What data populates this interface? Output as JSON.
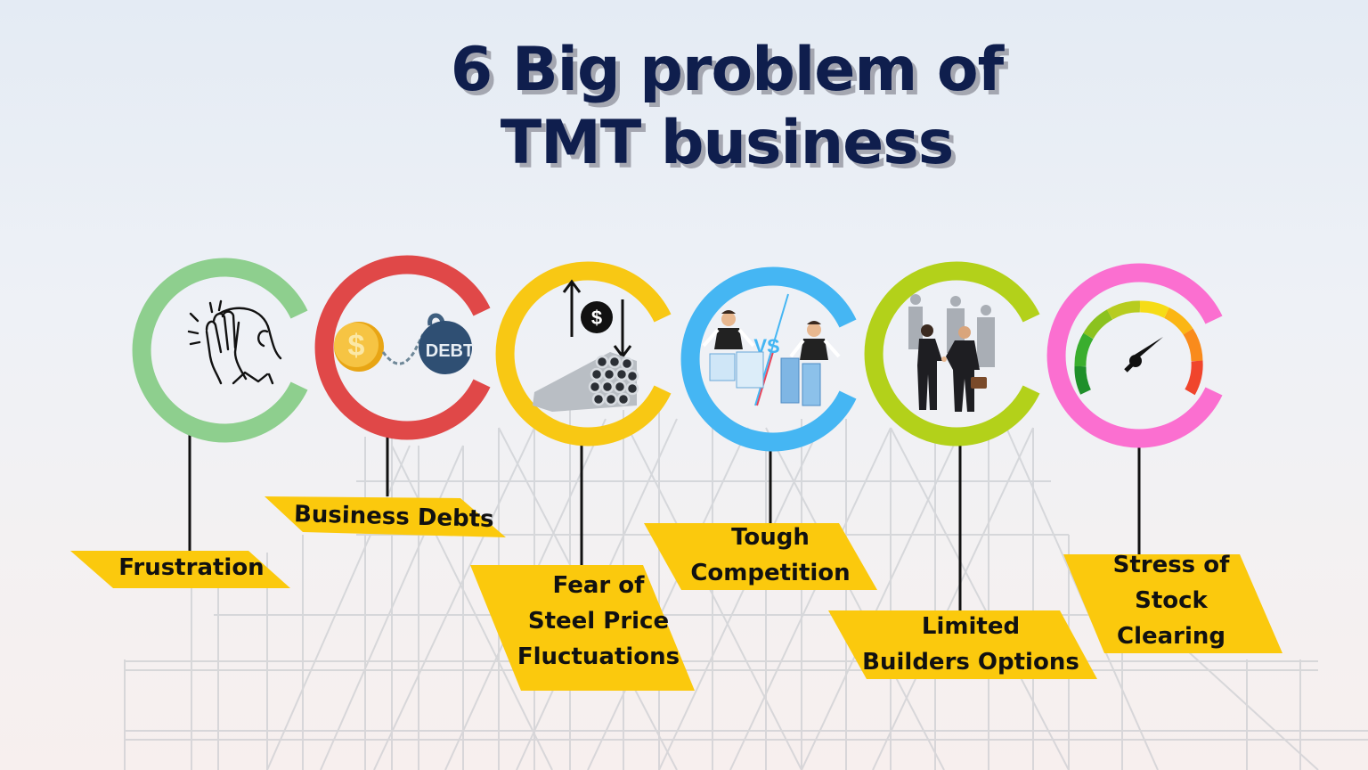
{
  "title": {
    "line1": "6 Big problem of",
    "line2": "TMT business"
  },
  "colors": {
    "title": "#0f1e4d",
    "label_fill": "#fbc90d",
    "label_text": "#111111",
    "connector": "#111111"
  },
  "problems": [
    {
      "label_lines": [
        "Frustration"
      ],
      "ring_color": "#8ecf8e",
      "icon": "facepalm-icon"
    },
    {
      "label_lines": [
        "Business Debts"
      ],
      "ring_color": "#e04848",
      "icon": "debt-ball-chain-icon",
      "icon_text": "DEBT",
      "coin_symbol": "$"
    },
    {
      "label_lines": [
        "Fear of",
        "Steel Price",
        "Fluctuations"
      ],
      "ring_color": "#f8c814",
      "icon": "steel-pipes-price-icon",
      "coin_symbol": "$"
    },
    {
      "label_lines": [
        "Tough",
        "Competition"
      ],
      "ring_color": "#45b6f3",
      "icon": "versus-competition-icon",
      "vs_text": "VS"
    },
    {
      "label_lines": [
        "Limited",
        "Builders Options"
      ],
      "ring_color": "#b3d11a",
      "icon": "handshake-builders-icon"
    },
    {
      "label_lines": [
        "Stress of",
        "Stock",
        "Clearing"
      ],
      "ring_color": "#fb6fd0",
      "icon": "stress-gauge-icon"
    }
  ]
}
